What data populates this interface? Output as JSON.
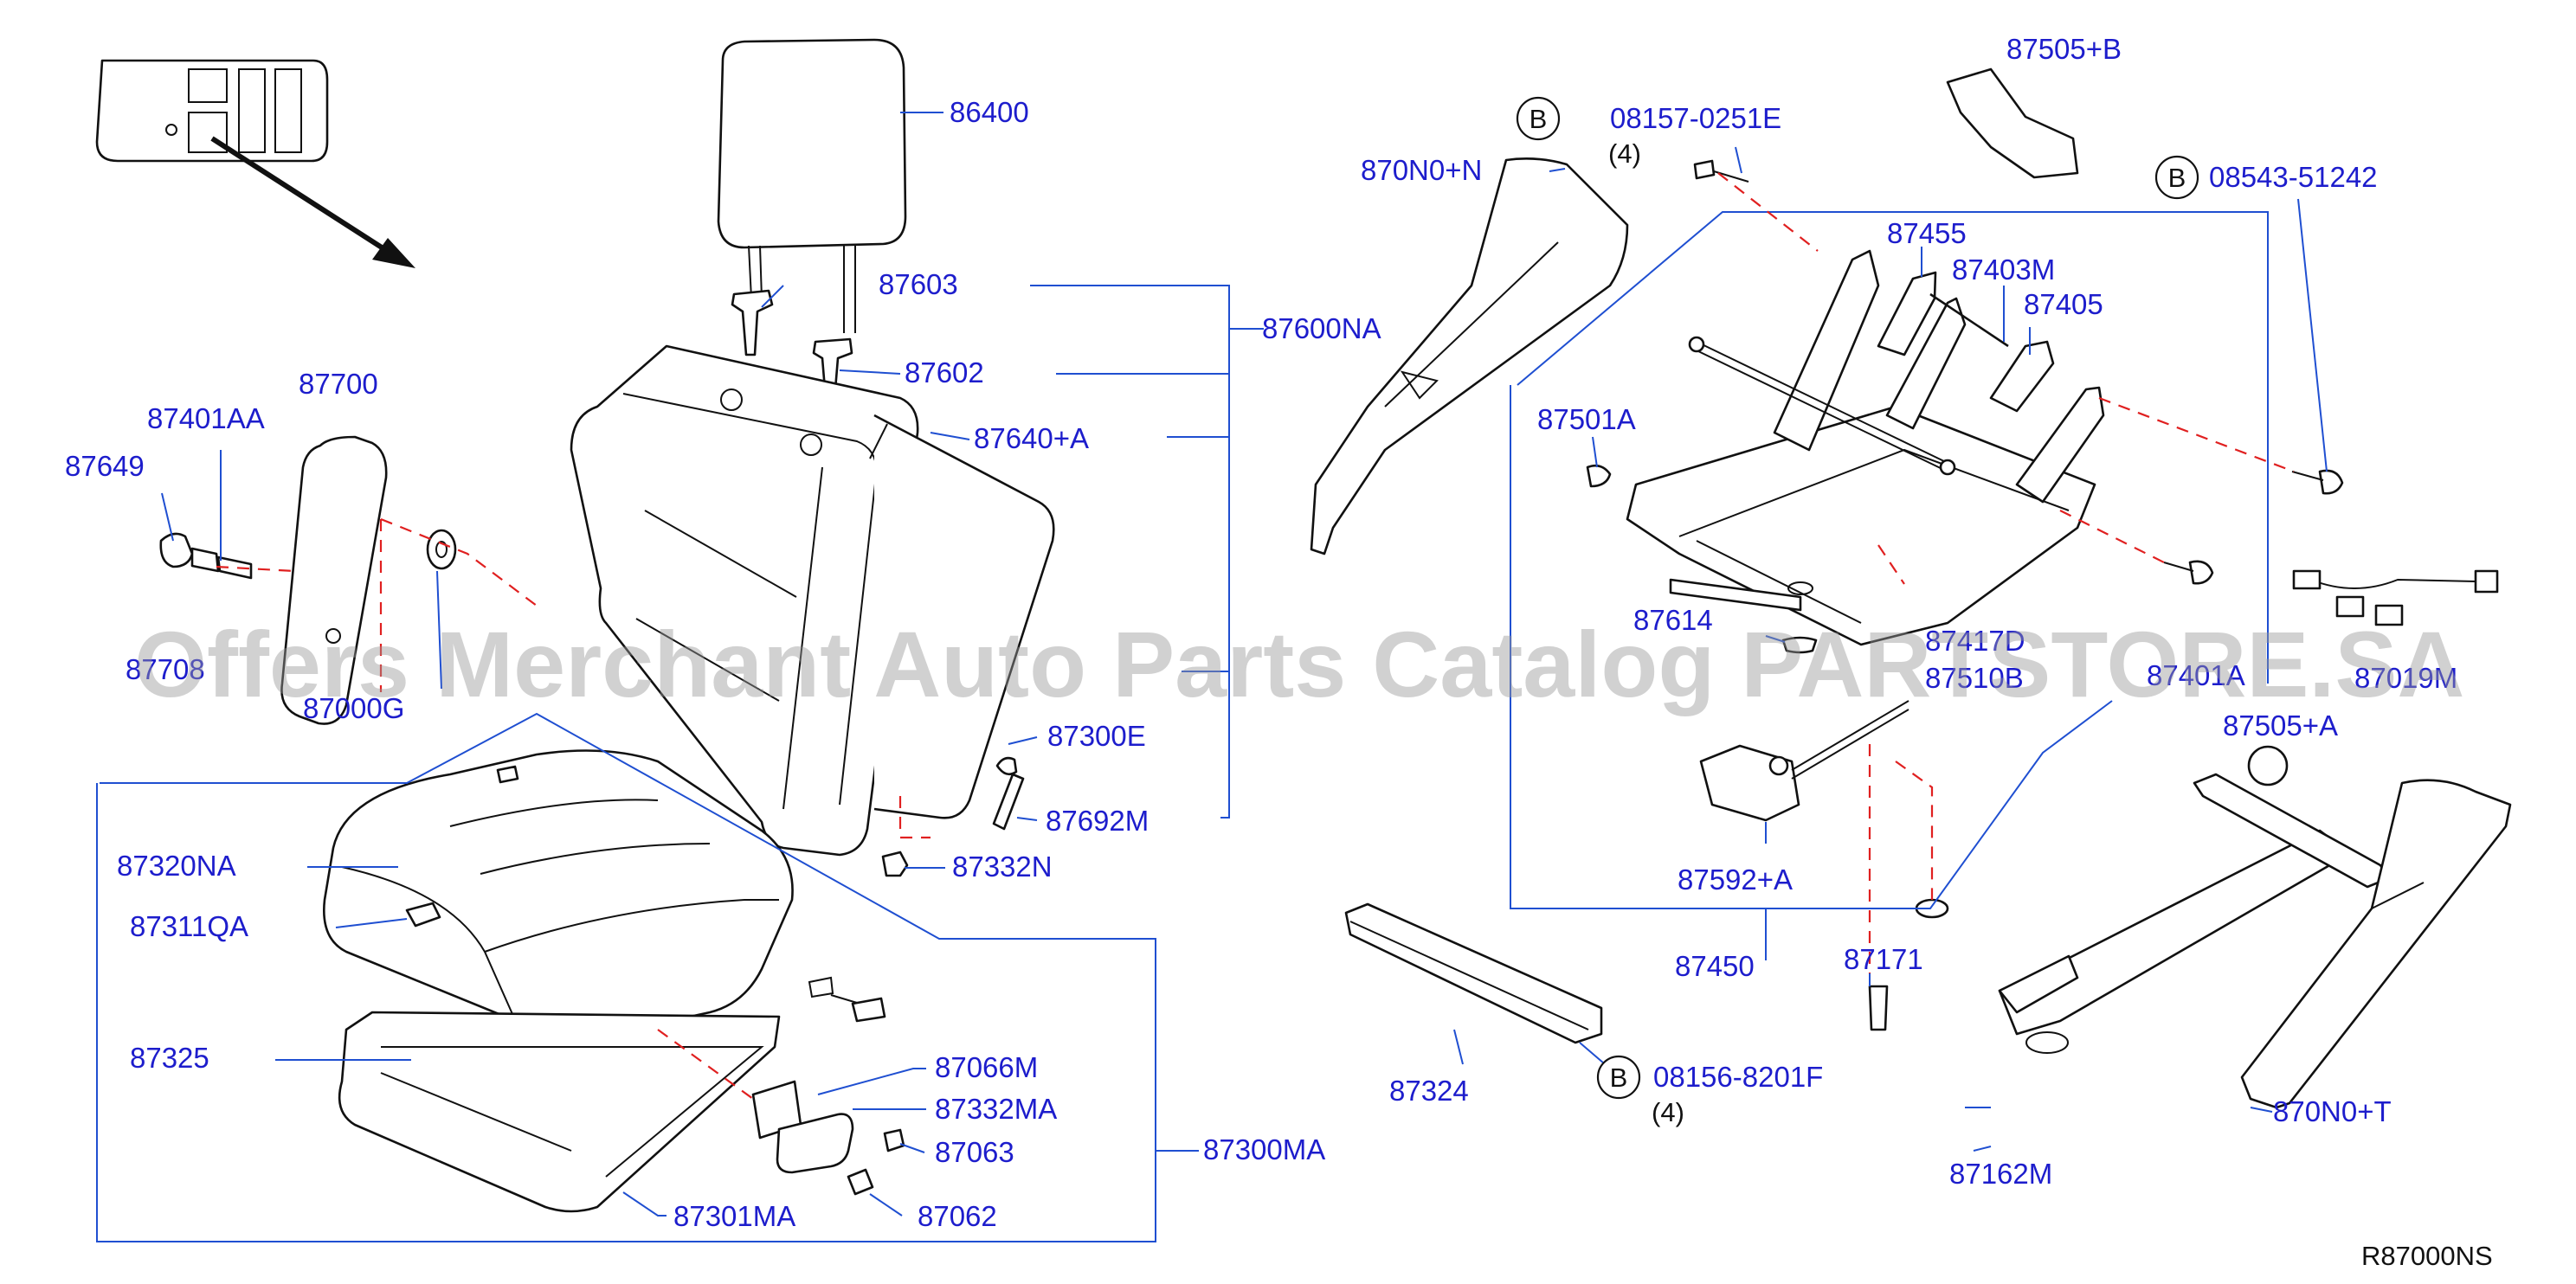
{
  "watermark": "Offers Merchant Auto Parts Catalog PARTSTORE.SA",
  "diagram_code": "R87000NS",
  "callout_letter": "B",
  "labels": {
    "p86400": "86400",
    "p87603": "87603",
    "p87602": "87602",
    "p87600NA": "87600NA",
    "p87640A": "87640+A",
    "p87700": "87700",
    "p87401AA": "87401AA",
    "p87649": "87649",
    "p87708": "87708",
    "p87000G": "87000G",
    "p87300E": "87300E",
    "p87692M": "87692M",
    "p87332N": "87332N",
    "p87320NA": "87320NA",
    "p87311QA": "87311QA",
    "p87325": "87325",
    "p87066M": "87066M",
    "p87332MA": "87332MA",
    "p87063": "87063",
    "p87300MA": "87300MA",
    "p87062": "87062",
    "p87301MA": "87301MA",
    "p08157": "08157-0251E",
    "q08157": "(4)",
    "p870N0N": "870N0+N",
    "p87505B": "87505+B",
    "p08543": "08543-51242",
    "p87455": "87455",
    "p87403M": "87403M",
    "p87405": "87405",
    "p87501A": "87501A",
    "p87614": "87614",
    "p87417D": "87417D",
    "p87510B": "87510B",
    "p87401A": "87401A",
    "p87019M": "87019M",
    "p87505A": "87505+A",
    "p87592A": "87592+A",
    "p87450": "87450",
    "p87171": "87171",
    "p87324": "87324",
    "p08156": "08156-8201F",
    "q08156": "(4)",
    "p870N0T": "870N0+T",
    "p87162M": "87162M"
  }
}
